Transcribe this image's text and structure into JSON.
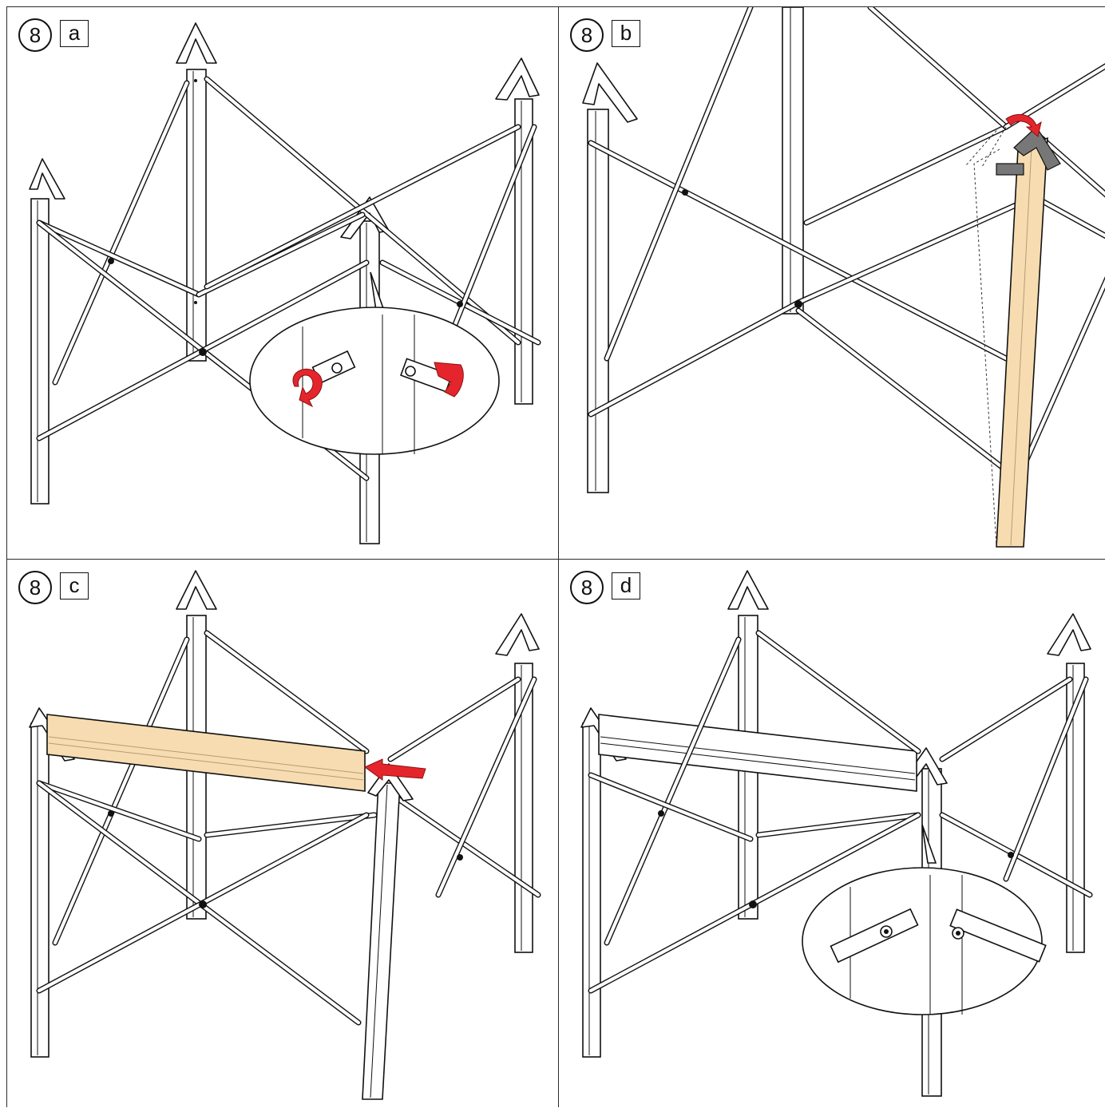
{
  "panels": [
    {
      "step": "8",
      "letter": "a"
    },
    {
      "step": "8",
      "letter": "b"
    },
    {
      "step": "8",
      "letter": "c"
    },
    {
      "step": "8",
      "letter": "d"
    }
  ],
  "colors": {
    "frame": "#2b2b2b",
    "arrow": "#e4262c",
    "highlight": "#f6dcb0"
  },
  "icons": [
    "rotate-arrow-icon",
    "push-arrow-icon"
  ]
}
